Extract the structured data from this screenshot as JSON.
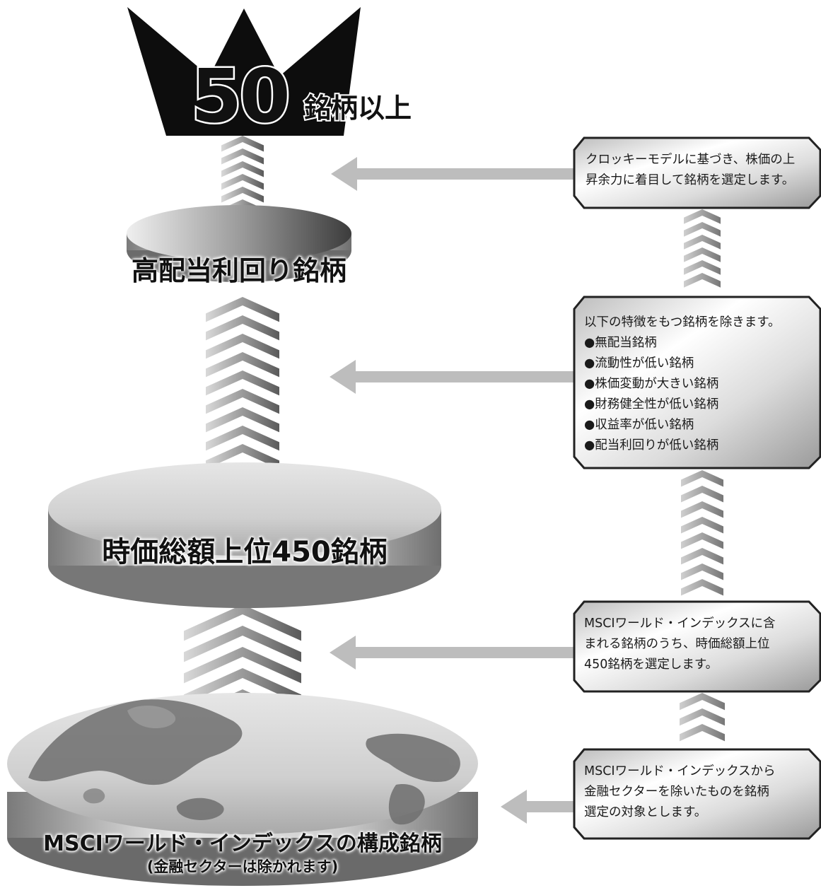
{
  "crown": {
    "number": "50",
    "unit": "銘柄以上"
  },
  "tiers": {
    "high_dividend": "高配当利回り銘柄",
    "top_450": "時価総額上位450銘柄",
    "msci_world": "MSCIワールド・インデックスの構成銘柄",
    "msci_world_note": "(金融セクターは除かれます)"
  },
  "notes": {
    "clockey": [
      "クロッキーモデルに基づき、株価の上",
      "昇余力に着目して銘柄を選定します。"
    ],
    "exclude": {
      "intro": "以下の特徴をもつ銘柄を除きます。",
      "items": [
        "●無配当銘柄",
        "●流動性が低い銘柄",
        "●株価変動が大きい銘柄",
        "●財務健全性が低い銘柄",
        "●収益率が低い銘柄",
        "●配当利回りが低い銘柄"
      ]
    },
    "top450": [
      "MSCIワールド・インデックスに含",
      "まれる銘柄のうち、時価総額上位",
      "450銘柄を選定します。"
    ],
    "universe": [
      "MSCIワールド・インデックスから",
      "金融セクターを除いたものを銘柄",
      "選定の対象とします。"
    ]
  },
  "colors": {
    "ink": "#111111",
    "crown": "#0d0d0d",
    "arrow": "#bdbdbd",
    "disk_light": "#f2f2f2",
    "disk_dark": "#8a8a8a"
  }
}
